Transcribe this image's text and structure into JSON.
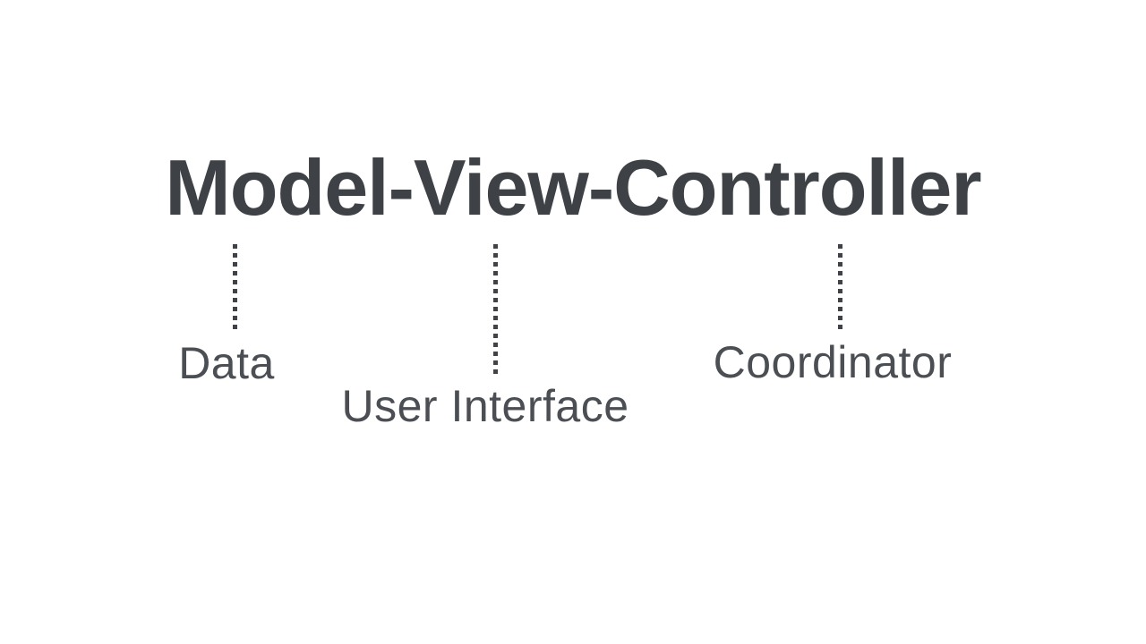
{
  "page": {
    "background_color": "#ffffff"
  },
  "title": {
    "text": "Model-View-Controller",
    "color": "#3e4247"
  },
  "colors": {
    "title_text": "#3e4247",
    "label_text": "#4b4f54",
    "connector_dots": "#3f4348"
  },
  "diagram": {
    "connectors": [
      {
        "id": "model",
        "style": "dotted-vertical"
      },
      {
        "id": "view",
        "style": "dotted-vertical"
      },
      {
        "id": "controller",
        "style": "dotted-vertical"
      }
    ],
    "labels": [
      {
        "id": "model",
        "text": "Data"
      },
      {
        "id": "view",
        "text": "User Interface"
      },
      {
        "id": "controller",
        "text": "Coordinator"
      }
    ]
  }
}
